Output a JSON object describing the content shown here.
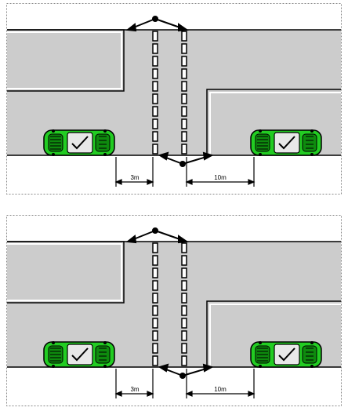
{
  "panels": [
    {
      "id": "top",
      "dimension_left": "3m",
      "dimension_right": "10m",
      "cars": [
        "green-car-icon-left",
        "green-car-icon-right"
      ],
      "check_mark": "check-mark-icon",
      "colors": {
        "road": "#cccccc",
        "car": "#22cc22",
        "line": "#000000",
        "frame": "#888888"
      }
    },
    {
      "id": "bottom",
      "dimension_left": "3m",
      "dimension_right": "10m",
      "cars": [
        "green-car-icon-left",
        "green-car-icon-right"
      ],
      "check_mark": "check-mark-icon",
      "colors": {
        "road": "#cccccc",
        "car": "#22cc22",
        "line": "#000000",
        "frame": "#888888"
      }
    }
  ]
}
